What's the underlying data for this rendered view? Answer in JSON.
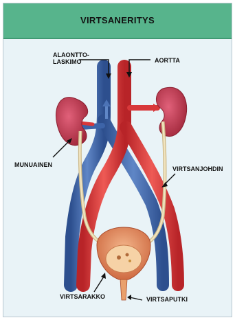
{
  "title": "VIRTSANERITYS",
  "labels": {
    "vein_line1": "ALAONTTO-",
    "vein_line2": "LASKIMO",
    "aorta": "AORTTA",
    "kidney": "MUNUAINEN",
    "ureter": "VIRTSANJOHDIN",
    "bladder": "VIRTSARAKKO",
    "urethra": "VIRTSAPUTKI"
  },
  "colors": {
    "header": "#57b48c",
    "background": "#e9f3f7",
    "artery": "#d8383a",
    "vein": "#3d64a8",
    "kidney": "#c3394f",
    "ureter": "#e8d8ad",
    "bladder": "#e58a5a"
  }
}
